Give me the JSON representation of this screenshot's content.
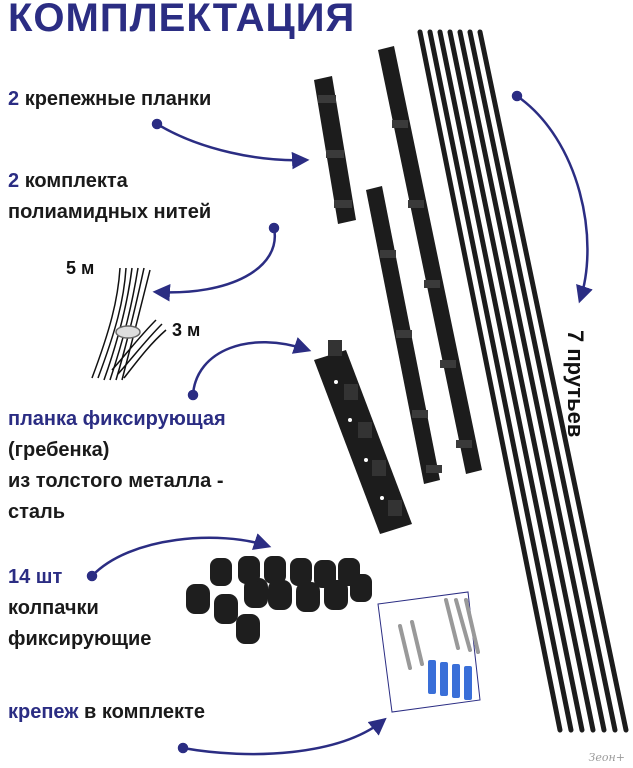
{
  "title": "КОМПЛЕКТАЦИЯ",
  "items": {
    "plates": {
      "count": "2",
      "text": "крепежные планки"
    },
    "threads": {
      "count": "2",
      "line1": "комплекта",
      "line2": "полиамидных нитей"
    },
    "len5": "5 м",
    "len3": "3 м",
    "comb": {
      "line1": "планка фиксирующая",
      "line2": "(гребенка)",
      "line3": "из толстого металла -",
      "line4": "сталь"
    },
    "caps": {
      "count": "14 шт",
      "line1": "колпачки",
      "line2": "фиксирующие"
    },
    "fasteners": {
      "text": "крепеж",
      "text2": "в комплекте"
    },
    "rods": "7 прутьев"
  },
  "watermark": "Зеон+",
  "colors": {
    "accent": "#2b2d83",
    "product": "#1c1c1c"
  }
}
